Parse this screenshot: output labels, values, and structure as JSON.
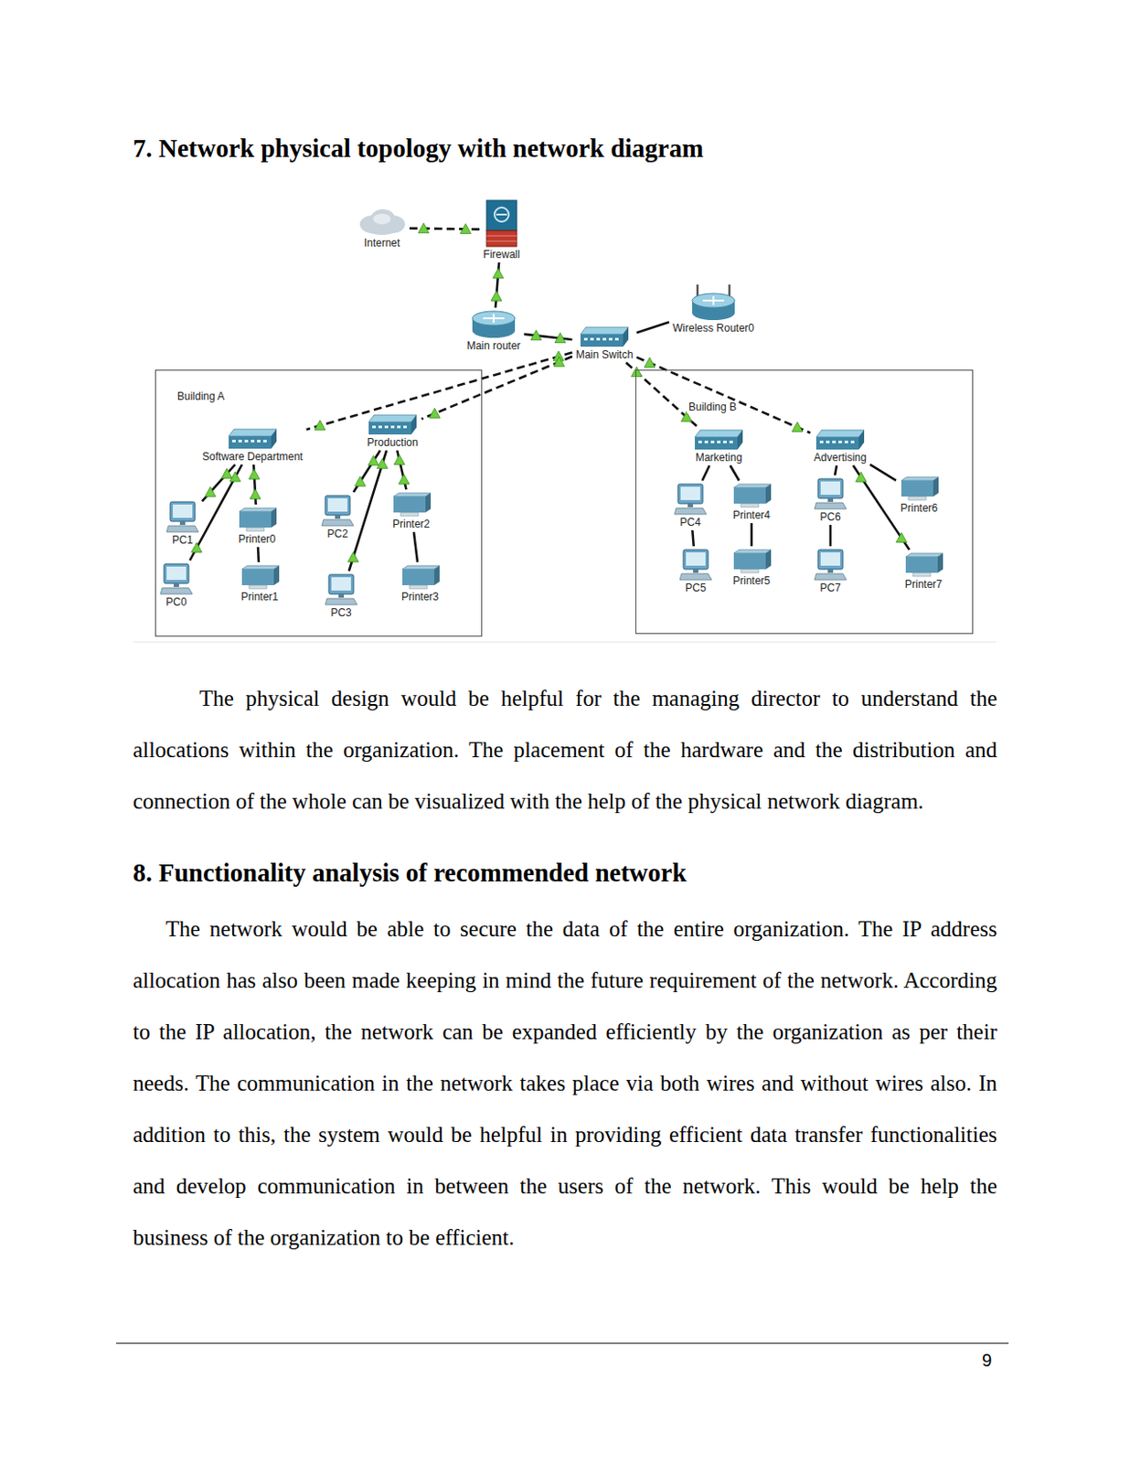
{
  "diagram": {
    "title": "7. Network physical topology with network diagram",
    "nodes": [
      {
        "text": [
          "Internet"
        ]
      },
      {
        "text": [
          "Firewall"
        ]
      },
      {
        "text": [
          "Main router"
        ]
      },
      {
        "text": [
          "Main Switch"
        ]
      },
      {
        "text": [
          "Wireless Router0"
        ]
      },
      {
        "text": [
          "Building A"
        ]
      },
      {
        "text": [
          "Software Department"
        ],
        "in": 5
      },
      {
        "text": [
          "Production"
        ],
        "in": 5
      },
      {
        "text": [
          "PC1"
        ],
        "in": 5
      },
      {
        "text": [
          "Printer0"
        ],
        "in": 5
      },
      {
        "text": [
          "PC2"
        ],
        "in": 5
      },
      {
        "text": [
          "Printer2"
        ],
        "in": 5
      },
      {
        "text": [
          "PC0"
        ],
        "in": 5
      },
      {
        "text": [
          "Printer1"
        ],
        "in": 5
      },
      {
        "text": [
          "PC3"
        ],
        "in": 5
      },
      {
        "text": [
          "Printer3"
        ],
        "in": 5
      },
      {
        "text": [
          "Building B"
        ]
      },
      {
        "text": [
          "Marketing"
        ],
        "in": 16
      },
      {
        "text": [
          "Advertising"
        ],
        "in": 16
      },
      {
        "text": [
          "PC4"
        ],
        "in": 16
      },
      {
        "text": [
          "Printer4"
        ],
        "in": 16
      },
      {
        "text": [
          "PC6"
        ],
        "in": 16
      },
      {
        "text": [
          "Printer6"
        ],
        "in": 16
      },
      {
        "text": [
          "PC5"
        ],
        "in": 16
      },
      {
        "text": [
          "Printer5"
        ],
        "in": 16
      },
      {
        "text": [
          "PC7"
        ],
        "in": 16
      },
      {
        "text": [
          "Printer7"
        ],
        "in": 16
      }
    ],
    "edges": [
      {
        "from": 0,
        "to": 1,
        "arrow": "none"
      },
      {
        "from": 1,
        "to": 2,
        "arrow": "none"
      },
      {
        "from": 2,
        "to": 3,
        "arrow": "none"
      },
      {
        "from": 3,
        "to": 4,
        "arrow": "none"
      },
      {
        "from": 3,
        "to": 6,
        "arrow": "none"
      },
      {
        "from": 3,
        "to": 7,
        "arrow": "none"
      },
      {
        "from": 3,
        "to": 17,
        "arrow": "none"
      },
      {
        "from": 3,
        "to": 18,
        "arrow": "none"
      },
      {
        "from": 6,
        "to": 8,
        "arrow": "none"
      },
      {
        "from": 6,
        "to": 12,
        "arrow": "none"
      },
      {
        "from": 6,
        "to": 9,
        "arrow": "none"
      },
      {
        "from": 9,
        "to": 13,
        "arrow": "none"
      },
      {
        "from": 7,
        "to": 10,
        "arrow": "none"
      },
      {
        "from": 7,
        "to": 14,
        "arrow": "none"
      },
      {
        "from": 7,
        "to": 11,
        "arrow": "none"
      },
      {
        "from": 11,
        "to": 15,
        "arrow": "none"
      },
      {
        "from": 17,
        "to": 19,
        "arrow": "none"
      },
      {
        "from": 19,
        "to": 23,
        "arrow": "none"
      },
      {
        "from": 17,
        "to": 20,
        "arrow": "none"
      },
      {
        "from": 20,
        "to": 24,
        "arrow": "none"
      },
      {
        "from": 18,
        "to": 21,
        "arrow": "none"
      },
      {
        "from": 21,
        "to": 25,
        "arrow": "none"
      },
      {
        "from": 18,
        "to": 22,
        "arrow": "none"
      },
      {
        "from": 18,
        "to": 26,
        "arrow": "none"
      }
    ],
    "labels": [
      "The physical design would be helpful for the managing director to understand the allocations within the organization. The placement of the hardware and the distribution and connection of the whole can be visualized with the help of the physical network diagram.",
      "8. Functionality analysis of recommended network",
      "The network would be able to secure the data of the entire organization. The IP address allocation has also been made keeping in mind the future requirement of the network. According to the IP allocation, the network can be expanded efficiently by the organization as per their needs. The communication in the network takes place via both wires and without wires also. In addition to this, the system would be helpful in providing efficient data transfer functionalities and develop communication in between the users of the network. This would be help the business of the organization to be efficient.",
      "9"
    ]
  }
}
